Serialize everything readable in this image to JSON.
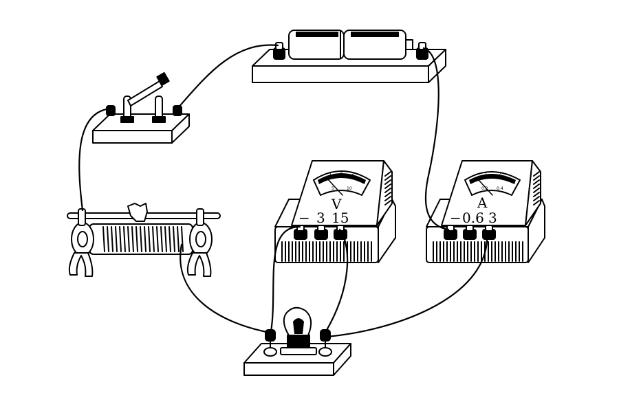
{
  "voltmeter": {
    "letter": "V",
    "terminal_neg": "−",
    "terminal_low": "3",
    "terminal_high": "15",
    "scale_low": "1",
    "scale_mid": "2",
    "scale_high": "3",
    "scale_inner_low": "5",
    "scale_inner_high": "10"
  },
  "ammeter": {
    "letter": "A",
    "terminal_neg": "−",
    "terminal_low": "0.6",
    "terminal_high": "3",
    "scale_low": "1",
    "scale_mid": "2",
    "scale_inner_low": "0.2",
    "scale_inner_high": "0.4"
  },
  "colors": {
    "ink": "#000000",
    "paper": "#ffffff"
  }
}
